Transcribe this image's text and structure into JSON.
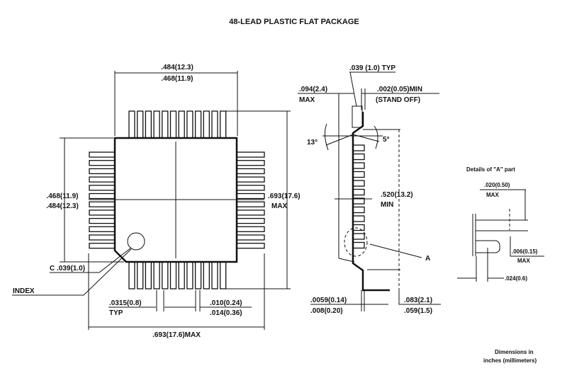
{
  "title": "48-LEAD PLASTIC FLAT PACKAGE",
  "top_view": {
    "width_max": ".484(12.3)",
    "width_min": ".468(11.9)",
    "height_min": ".468(11.9)",
    "height_max": ".484(12.3)",
    "overall_height": ".693(17.6)",
    "overall_height_note": "MAX",
    "chamfer": "C .039(1.0)",
    "index_label": "INDEX",
    "pitch": ".0315(0.8)",
    "pitch_note": "TYP",
    "lead_width_min": ".010(0.24)",
    "lead_width_max": ".014(0.36)",
    "overall_width": ".693(17.6)MAX",
    "leads_per_side": 12
  },
  "side_view": {
    "lead_thickness": ".039 (1.0) TYP",
    "height_max": ".094(2.4)",
    "height_max_note": "MAX",
    "standoff": ".002(0.05)MIN",
    "standoff_note": "(STAND OFF)",
    "angle_left": "13°",
    "angle_right": "5°",
    "lead_span": ".520(13.2)",
    "lead_span_note": "MIN",
    "detail_marker": "A",
    "lead_thk_min": ".0059(0.14)",
    "lead_thk_max": ".008(0.20)",
    "foot_max": ".083(2.1)",
    "foot_min": ".059(1.5)"
  },
  "detail_a": {
    "title": "Details of \"A\" part",
    "dim1": ".020(0.50)",
    "dim1_note": "MAX",
    "dim2": ".006(0.15)",
    "dim2_note": "MAX",
    "dim3": ".024(0.6)"
  },
  "footnote_line1": "Dimensions in",
  "footnote_line2": "inches (millimeters)"
}
